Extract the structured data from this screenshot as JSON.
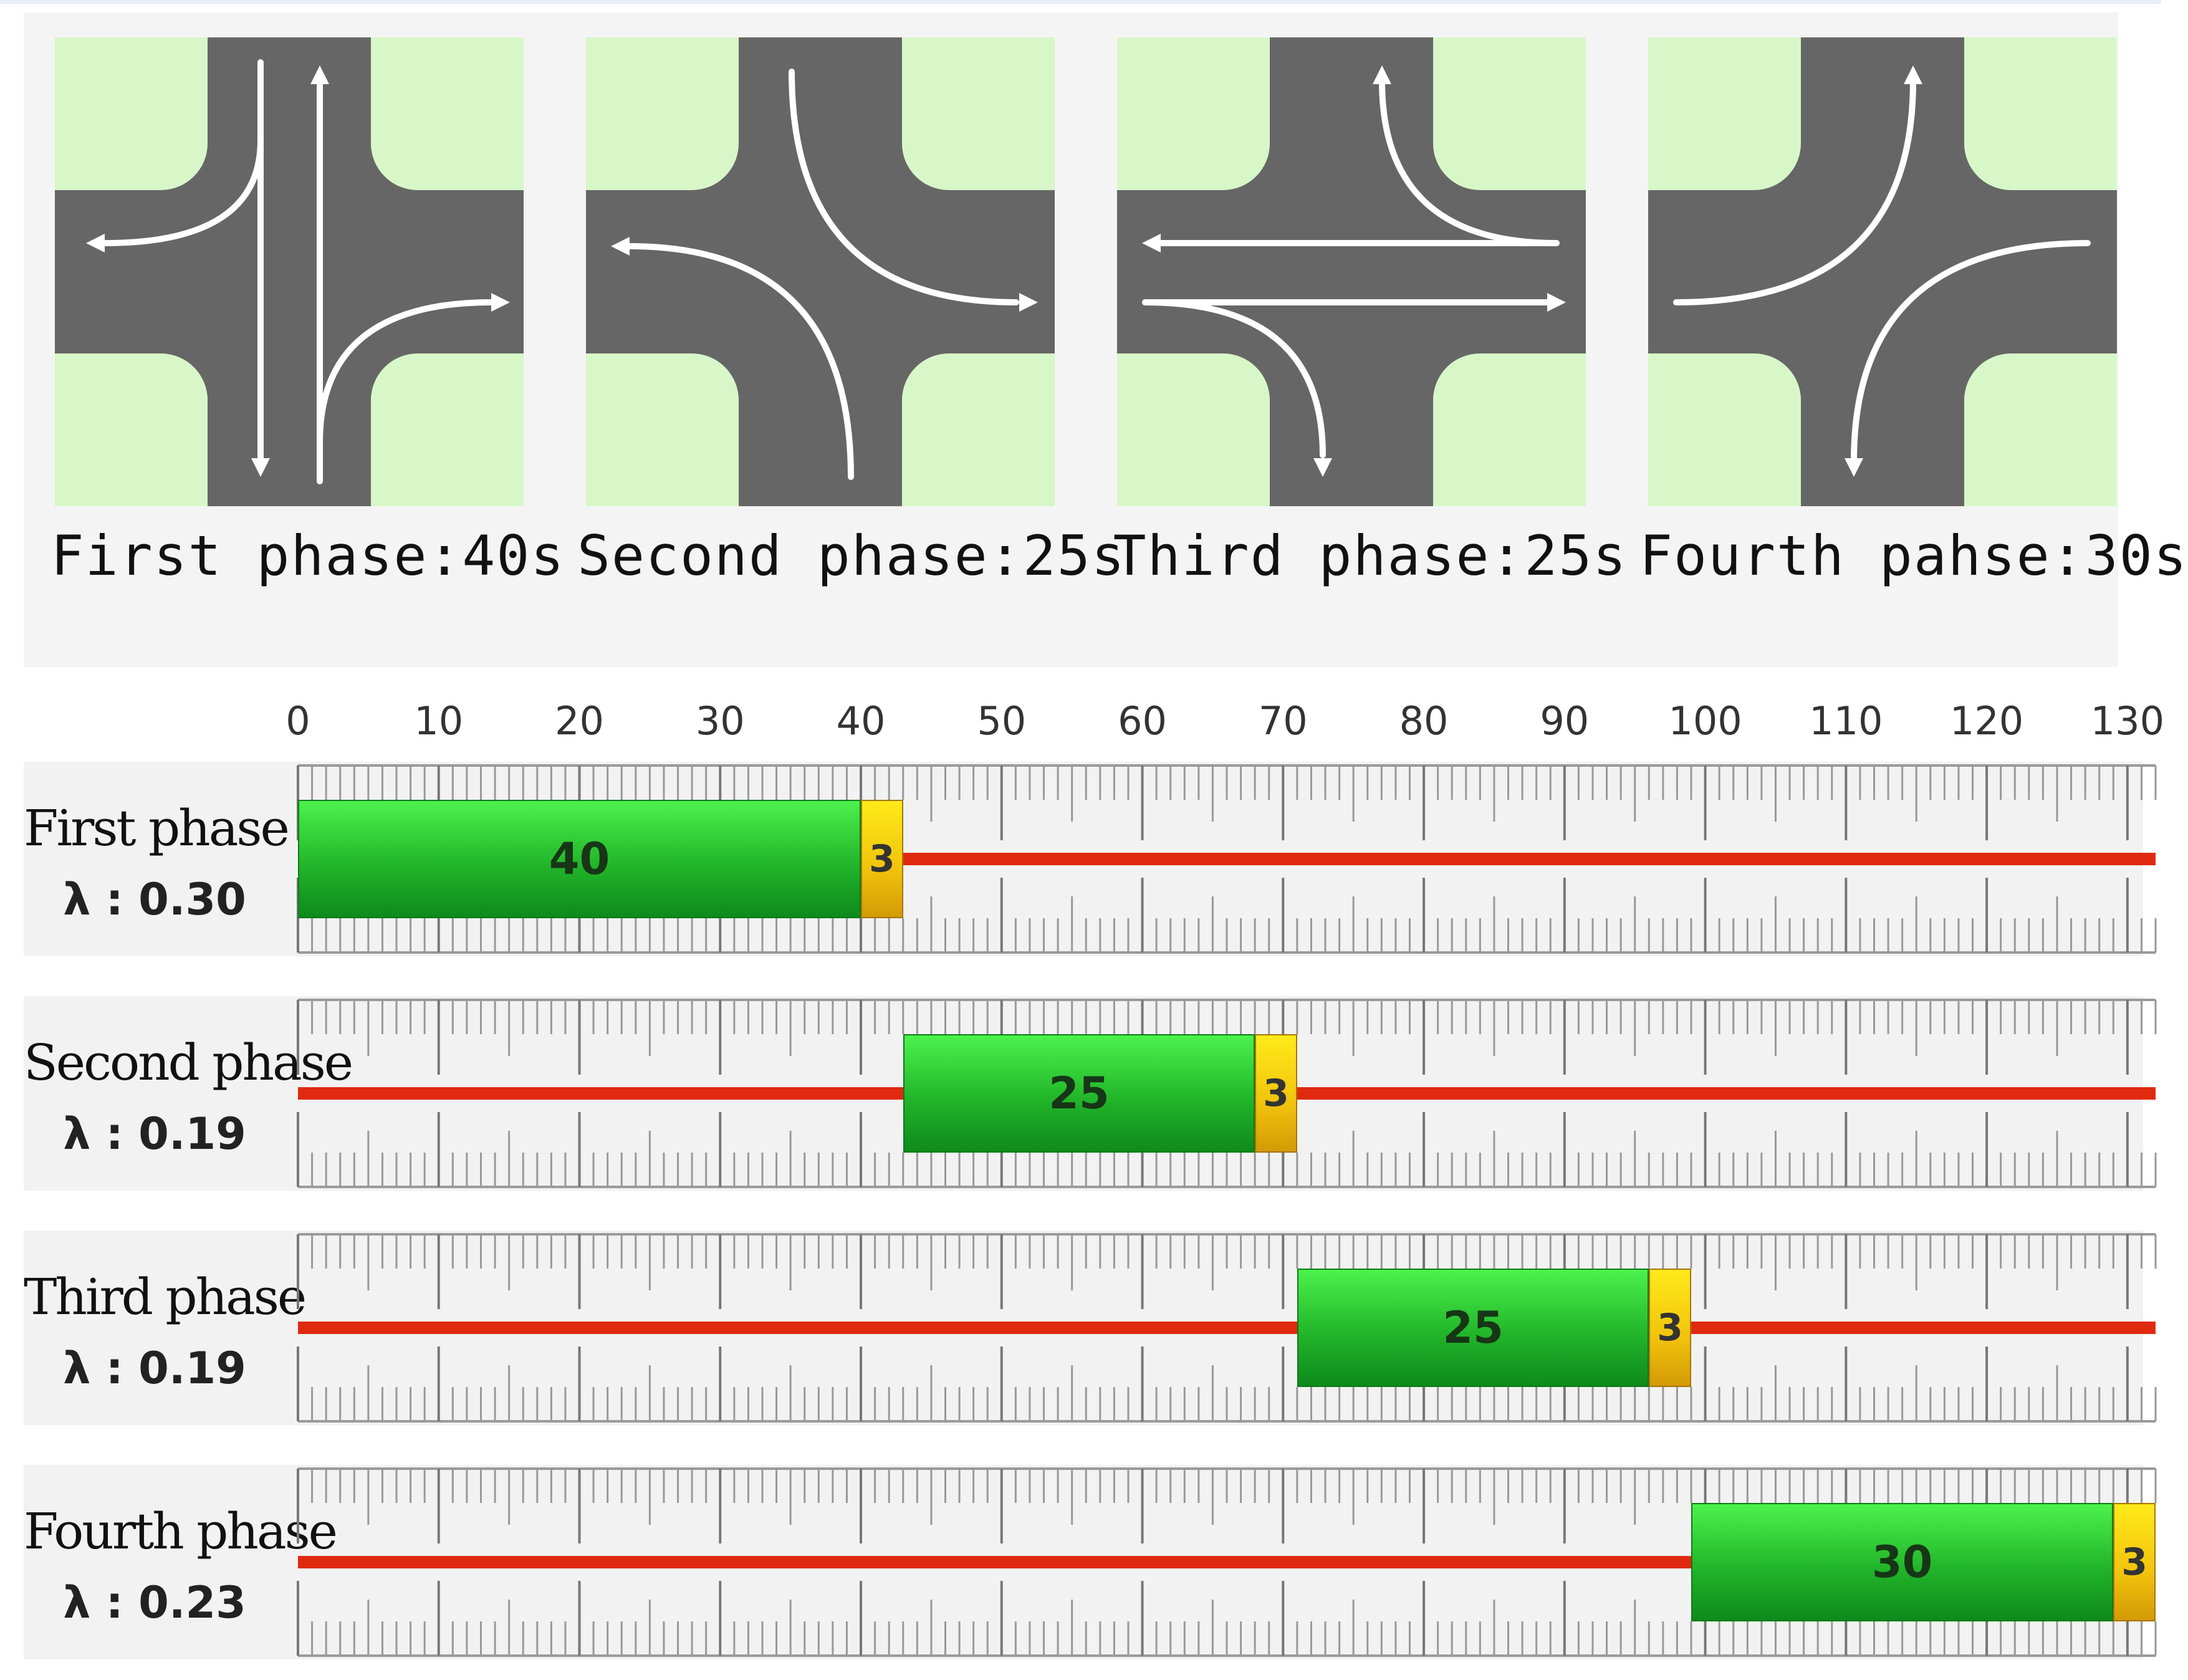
{
  "phases": [
    {
      "caption": "First phase:40s",
      "row_label": "First phase",
      "lambda": "λ : 0.30",
      "green": 40,
      "yellow": 3,
      "start": 0,
      "green_label": "40",
      "yellow_label": "3"
    },
    {
      "caption": "Second phase:25s",
      "row_label": "Second phase",
      "lambda": "λ : 0.19",
      "green": 25,
      "yellow": 3,
      "start": 43,
      "green_label": "25",
      "yellow_label": "3"
    },
    {
      "caption": "Third phase:25s",
      "row_label": "Third phase",
      "lambda": "λ : 0.19",
      "green": 25,
      "yellow": 3,
      "start": 71,
      "green_label": "25",
      "yellow_label": "3"
    },
    {
      "caption": "Fourth pahse:30s",
      "row_label": "Fourth phase",
      "lambda": "λ : 0.23",
      "green": 30,
      "yellow": 3,
      "start": 99,
      "green_label": "30",
      "yellow_label": "3"
    }
  ],
  "timeline": {
    "min": 0,
    "max": 132,
    "tick_labels": [
      "0",
      "10",
      "20",
      "30",
      "40",
      "50",
      "60",
      "70",
      "80",
      "90",
      "100",
      "110",
      "120",
      "130"
    ]
  },
  "colors": {
    "road": "#666666",
    "grass": "#d8f7c8",
    "arrow": "#ffffff",
    "green": "#22b52a",
    "yellow": "#f1c20c",
    "red": "#e02a10"
  }
}
